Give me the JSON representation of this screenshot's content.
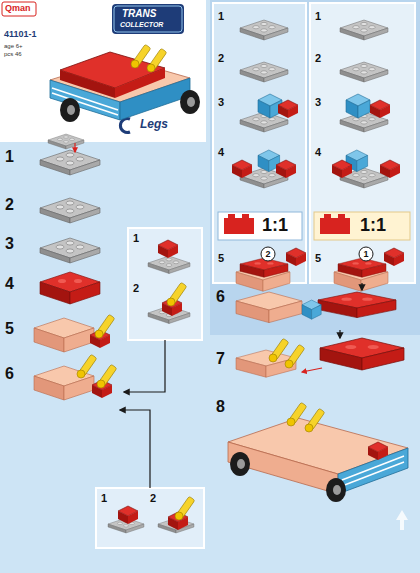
{
  "diagram": {
    "labels": [
      "Qman",
      "41101-1",
      "age 6+",
      "pcs 46",
      "TRANS",
      "COLLECTOR",
      "Legs",
      "1",
      "2",
      "3",
      "4",
      "5",
      "6",
      "1",
      "2",
      "1",
      "2",
      "1",
      "2",
      "3",
      "4",
      "1:1",
      "5",
      "2",
      "1",
      "2",
      "3",
      "4",
      "1:1",
      "5",
      "1",
      "6",
      "7",
      "8"
    ]
  }
}
